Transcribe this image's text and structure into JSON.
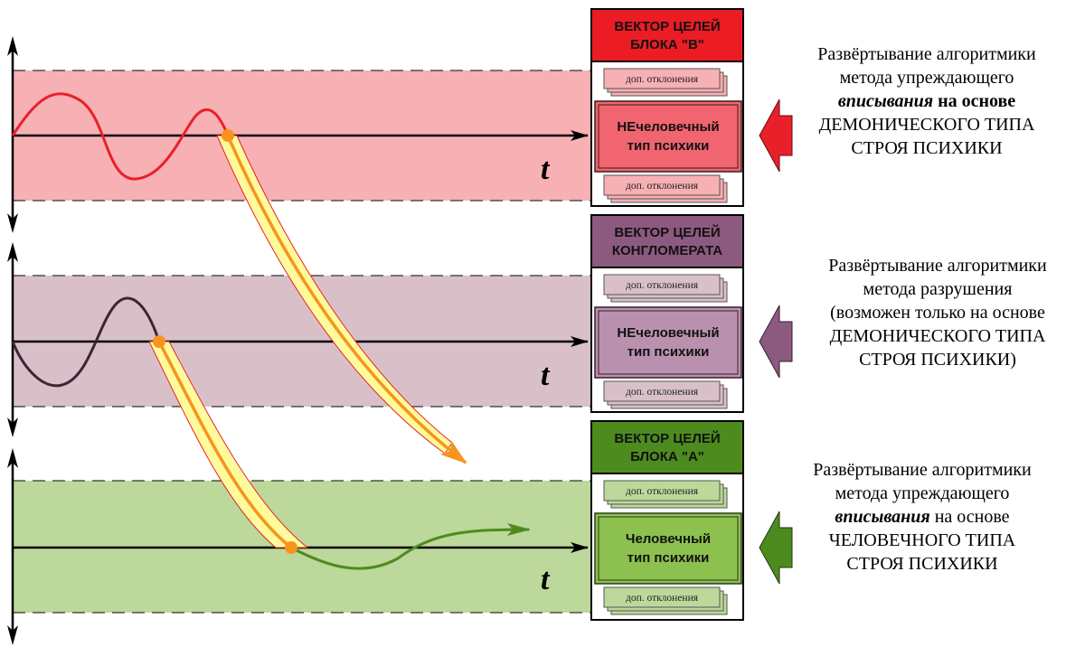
{
  "colors": {
    "band_b": "#f7b0b4",
    "band_konglo": "#d9c0c8",
    "band_a": "#bcd89a",
    "header_b": "#ec1c24",
    "header_konglo": "#8c5a7f",
    "header_a": "#4e8b1f",
    "psych_b": "#f0656f",
    "psych_konglo": "#b991ae",
    "psych_a": "#8cc04f",
    "arrow_b": "#e8202a",
    "arrow_konglo": "#8c5a7f",
    "arrow_a": "#4e8b1f",
    "flow_fill": "#fffb9c",
    "flow_line": "#f7941d",
    "dot": "#f7941d"
  },
  "axis_label": "t",
  "blocks": [
    {
      "id": "b",
      "vector_title_line1": "ВЕКТОР ЦЕЛЕЙ",
      "vector_title_line2": "БЛОКА \"В\"",
      "deviation_top": "доп. отклонения",
      "psych_line1": "НЕчеловечный",
      "psych_line2": "тип психики",
      "deviation_bottom": "доп. отклонения",
      "desc_line1": "Развёртывание алгоритмики",
      "desc_line2": "метода упреждающего",
      "desc_line3a": "вписывания",
      "desc_line3b": " на основе",
      "desc_line4": "ДЕМОНИЧЕСКОГО ТИПА",
      "desc_line5": "СТРОЯ ПСИХИКИ"
    },
    {
      "id": "konglo",
      "vector_title_line1": "ВЕКТОР ЦЕЛЕЙ",
      "vector_title_line2": "КОНГЛОМЕРАТА",
      "deviation_top": "доп. отклонения",
      "psych_line1": "НЕчеловечный",
      "psych_line2": "тип психики",
      "deviation_bottom": "доп. отклонения",
      "desc_line1": "Развёртывание алгоритмики",
      "desc_line2": "метода разрушения",
      "desc_line3": "(возможен только на основе",
      "desc_line4": "ДЕМОНИЧЕСКОГО ТИПА",
      "desc_line5": "СТРОЯ ПСИХИКИ)"
    },
    {
      "id": "a",
      "vector_title_line1": "ВЕКТОР ЦЕЛЕЙ",
      "vector_title_line2": "БЛОКА \"А\"",
      "deviation_top": "доп. отклонения",
      "psych_line1": "Человечный",
      "psych_line2": "тип психики",
      "deviation_bottom": "доп. отклонения",
      "desc_line1": "Развёртывание алгоритмики",
      "desc_line2": "метода упреждающего",
      "desc_line3a": "вписывания",
      "desc_line3b": " на основе",
      "desc_line4": "ЧЕЛОВЕЧНОГО ТИПА",
      "desc_line5": "СТРОЯ ПСИХИКИ"
    }
  ]
}
